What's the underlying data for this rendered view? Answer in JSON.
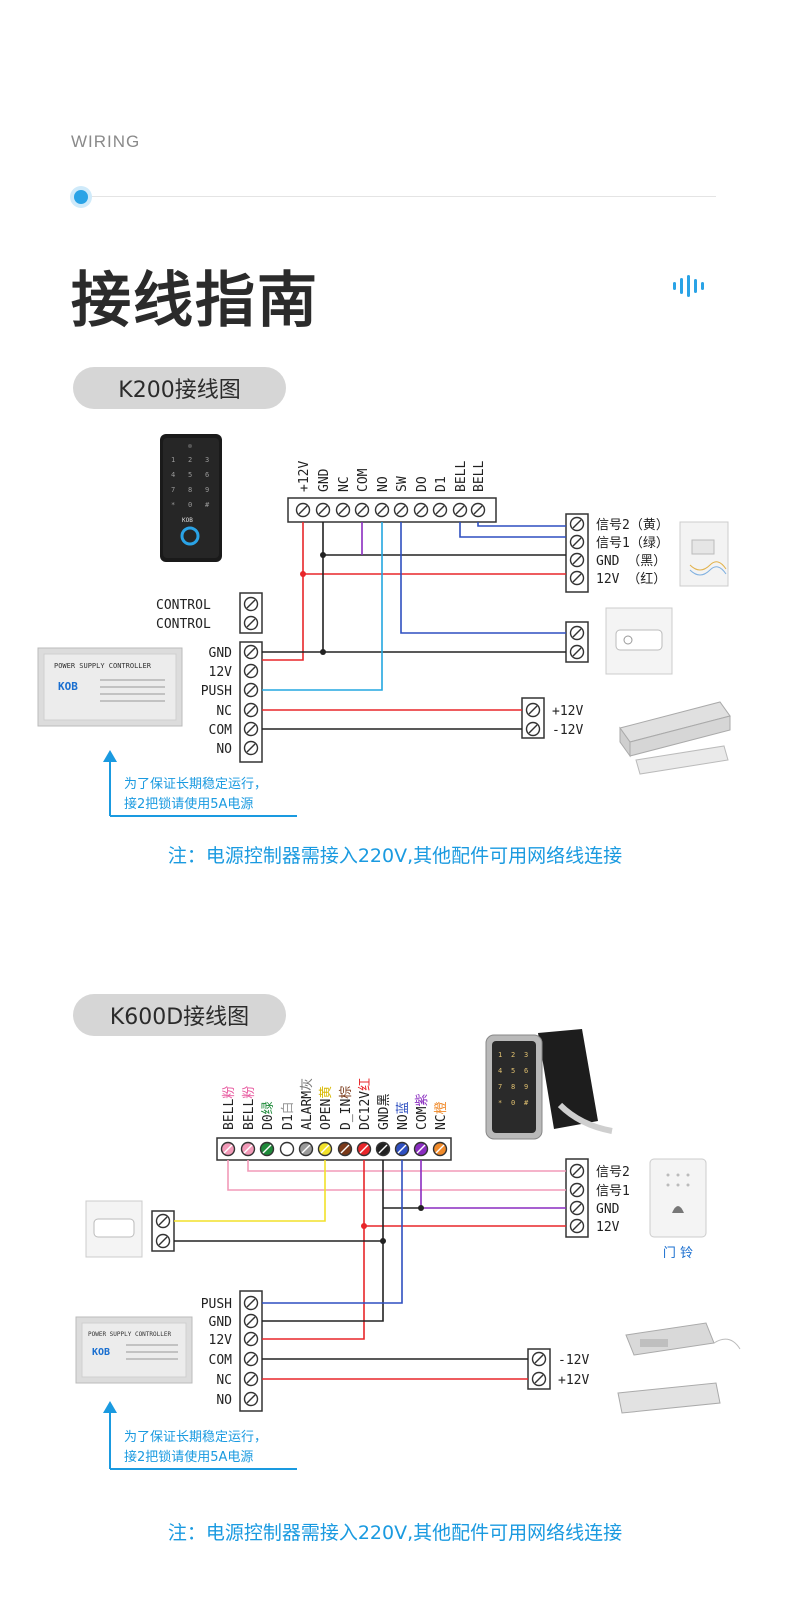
{
  "header": {
    "kicker": "WIRING",
    "title": "接线指南"
  },
  "k200": {
    "label": "K200接线图",
    "keypad_brand": "KOB",
    "terminals": [
      "+12V",
      "GND",
      "NC",
      "COM",
      "NO",
      "SW",
      "DO",
      "D1",
      "BELL",
      "BELL"
    ],
    "control": [
      "CONTROL",
      "CONTROL"
    ],
    "psu_terminals": [
      "GND",
      "12V",
      "PUSH",
      "NC",
      "COM",
      "NO"
    ],
    "psu_label": "POWER SUPPLY CONTROLLER",
    "psu_brand": "KOB",
    "bell_terminals": [
      "信号2（黄）",
      "信号1（绿）",
      "GND （黑）",
      "12V （红）"
    ],
    "lock_terminals": [
      "+12V",
      "-12V"
    ],
    "note_line1": "为了保证长期稳定运行，",
    "note_line2": "接2把锁请使用5A电源",
    "footer": "注：电源控制器需接入220V,其他配件可用网络线连接"
  },
  "k600d": {
    "label": "K600D接线图",
    "terminals": [
      {
        "name": "BELL",
        "color": "粉"
      },
      {
        "name": "BELL",
        "color": "粉"
      },
      {
        "name": "D0",
        "color": "绿"
      },
      {
        "name": "D1",
        "color": "白"
      },
      {
        "name": "ALARM",
        "color": "灰"
      },
      {
        "name": "OPEN",
        "color": "黄"
      },
      {
        "name": "D_IN",
        "color": "棕"
      },
      {
        "name": "DC12V",
        "color": "红"
      },
      {
        "name": "GND",
        "color": "黑"
      },
      {
        "name": "NO",
        "color": "蓝"
      },
      {
        "name": "COM",
        "color": "紫"
      },
      {
        "name": "NC",
        "color": "橙"
      }
    ],
    "bell_terminals": [
      "信号2",
      "信号1",
      "GND",
      "12V"
    ],
    "bell_label": "门 铃",
    "psu_terminals": [
      "PUSH",
      "GND",
      "12V",
      "COM",
      "NC",
      "NO"
    ],
    "psu_label": "POWER SUPPLY CONTROLLER",
    "psu_brand": "KOB",
    "lock_terminals": [
      "-12V",
      "+12V"
    ],
    "note_line1": "为了保证长期稳定运行，",
    "note_line2": "接2把锁请使用5A电源",
    "footer": "注：电源控制器需接入220V,其他配件可用网络线连接"
  },
  "colors": {
    "accent": "#1a9ae0",
    "wire_red": "#e8262a",
    "wire_blue": "#2e4fc0",
    "wire_cyan": "#23a7e0",
    "wire_purple": "#8a2cc0",
    "wire_black": "#222222",
    "wire_pink": "#f29ab8",
    "wire_yellow": "#f2e12a",
    "wire_green": "#1f8a3a"
  }
}
